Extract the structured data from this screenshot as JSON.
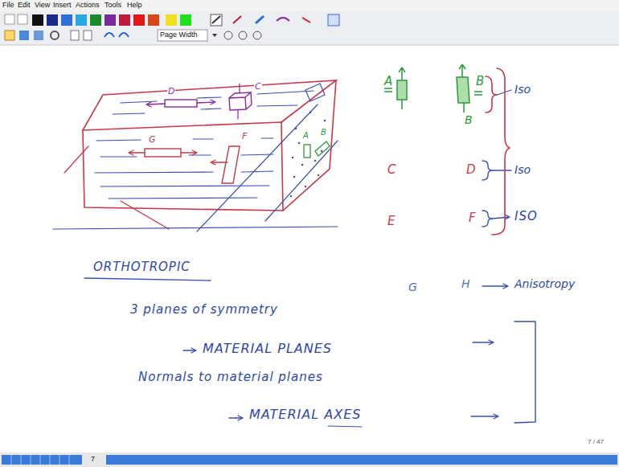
{
  "diagram": {
    "labels": [
      "File",
      "Edit",
      "View",
      "Insert",
      "Actions",
      "Tools",
      "Help",
      "Page Width",
      "D",
      "C",
      "G",
      "F",
      "A",
      "B",
      "A",
      "B",
      "B",
      "Iso",
      "C",
      "D",
      "Iso",
      "E",
      "F",
      "ISO",
      "G",
      "H",
      "Anisotropy",
      "ORTHOTROPIC",
      "3 planes of symmetry",
      "MATERIAL PLANES",
      "Normals to material planes",
      "MATERIAL AXES",
      "7 / 47",
      "7"
    ]
  }
}
